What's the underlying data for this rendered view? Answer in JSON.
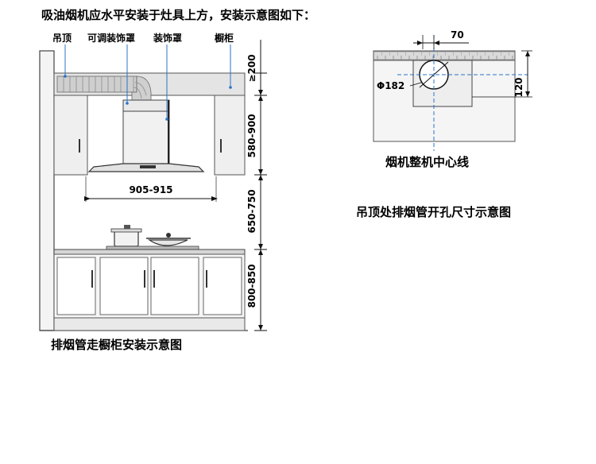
{
  "header": {
    "title": "吸油烟机应水平安装于灶具上方，安装示意图如下："
  },
  "left_diagram": {
    "labels": {
      "ceiling": "吊顶",
      "adjustable_cover": "可调装饰罩",
      "cover": "装饰罩",
      "cabinet": "橱柜"
    },
    "dims": {
      "top": "≥200",
      "hood_height": "580-900",
      "hood_width": "905-915",
      "stove_gap": "650-750",
      "counter_height": "800-850"
    },
    "caption": "排烟管走橱柜安装示意图"
  },
  "right_diagram": {
    "dims": {
      "offset": "70",
      "diameter": "Φ182",
      "depth": "120"
    },
    "center_caption": "烟机整机中心线",
    "caption": "吊顶处排烟管开孔尺寸示意图"
  }
}
